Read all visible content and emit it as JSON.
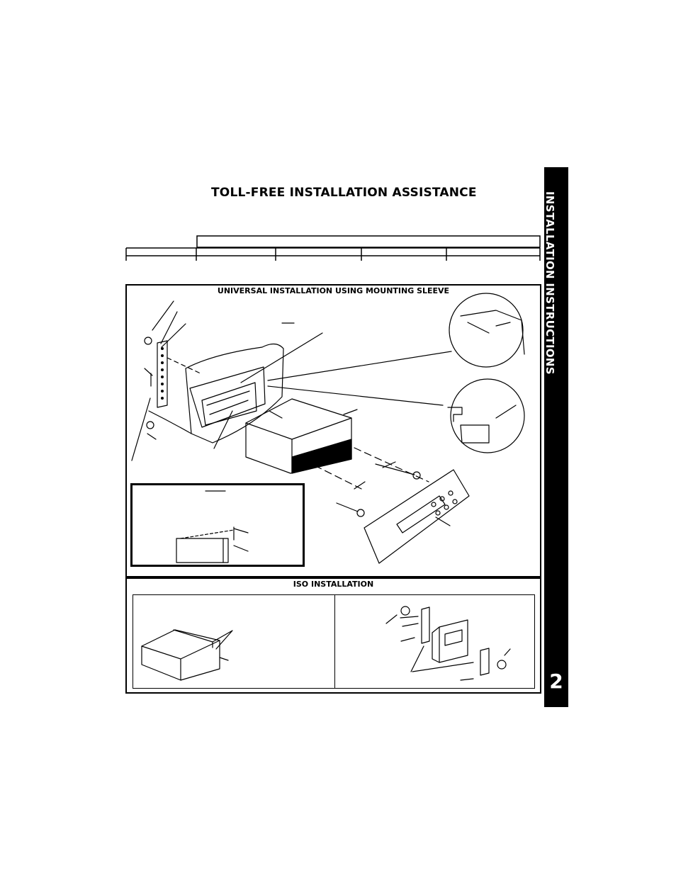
{
  "page": {
    "title": "TOLL-FREE INSTALLATION ASSISTANCE",
    "side_tab": "INSTALLATION INSTRUCTIONS",
    "page_number": "2"
  },
  "sections": {
    "universal": {
      "heading": "UNIVERSAL INSTALLATION USING MOUNTING SLEEVE"
    },
    "iso": {
      "heading": "ISO INSTALLATION"
    }
  }
}
